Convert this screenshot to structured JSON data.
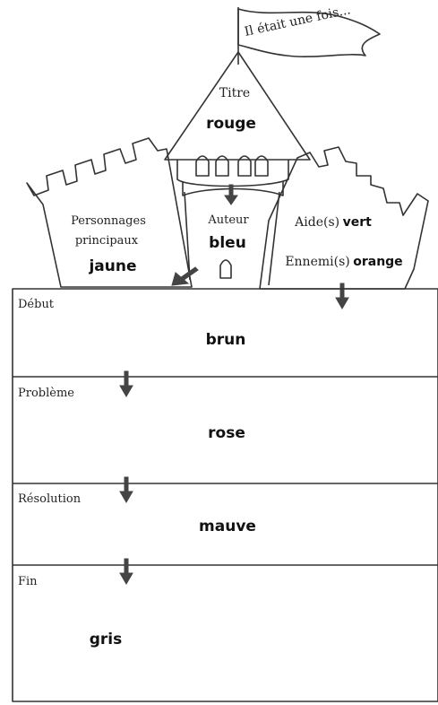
{
  "flag": {
    "text": "Il était une fois..."
  },
  "tower": {
    "label": "Titre",
    "color": "rouge"
  },
  "left_tower": {
    "label_line1": "Personnages",
    "label_line2": "principaux",
    "color": "jaune"
  },
  "center": {
    "label": "Auteur",
    "color": "bleu"
  },
  "right_tower": {
    "label": "Aide(s)",
    "color": "vert",
    "label2": "Ennemi(s)",
    "color2": "orange"
  },
  "sections": [
    {
      "label": "Début",
      "color": "brun"
    },
    {
      "label": "Problème",
      "color": "rose"
    },
    {
      "label": "Résolution",
      "color": "mauve"
    },
    {
      "label": "Fin",
      "color": "gris"
    }
  ]
}
